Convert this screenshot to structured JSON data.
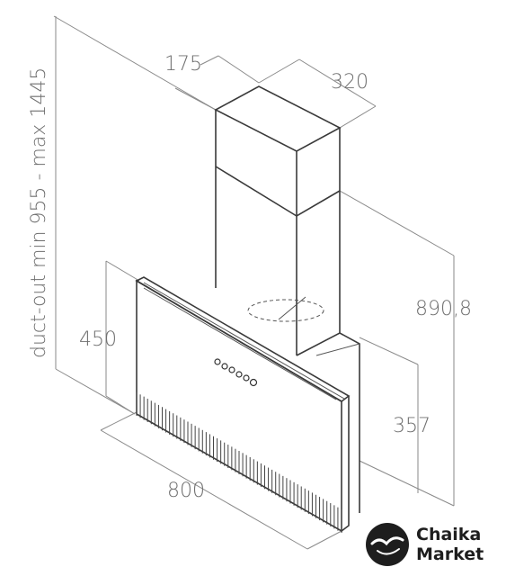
{
  "dimensions": {
    "depth_top": "175",
    "width_top": "320",
    "total_height": "890,8",
    "panel_height": "450",
    "box_height": "357",
    "width": "800",
    "duct_out": "duct-out min 955 - max 1445"
  },
  "logo": {
    "line1": "Chaika",
    "line2": "Market",
    "icon": "seagull-icon"
  },
  "colors": {
    "dimension_text": "#6f6f6f",
    "outline": "#3a3a3a",
    "logo": "#1e1e1e"
  }
}
